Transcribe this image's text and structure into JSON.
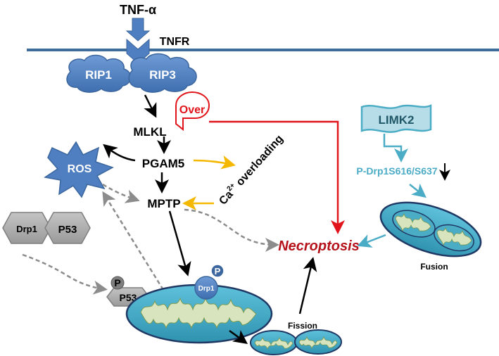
{
  "labels": {
    "tnf": "TNF-α",
    "tnfr": "TNFR",
    "rip1": "RIP1",
    "rip3": "RIP3",
    "over": "Over",
    "mlkl": "MLKL",
    "pgam5": "PGAM5",
    "ros": "ROS",
    "mptp": "MPTP",
    "ca_prefix": "Ca",
    "ca_superscript": "2+",
    "ca_suffix": " overloading",
    "drp1_hex": "Drp1",
    "p53_hex": "P53",
    "p_badge_p53": "P",
    "p53_small": "P53",
    "drp1_circle": "Drp1",
    "p_badge_drp1": "P",
    "fission": "Fission",
    "necroptosis": "Necroptosis",
    "limk2": "LIMK2",
    "p_drp1": "P-Drp1S616/S637",
    "fusion": "Fusion"
  },
  "colors": {
    "membrane": "#3e6d9c",
    "receptor_blue": "#4f7fc0",
    "receptor_blue_dark": "#3b669e",
    "ros_blue": "#4f7fc0",
    "red": "#e0141a",
    "dark_red": "#b5121b",
    "yellow": "#f5b800",
    "gray": "#8c8c8c",
    "hex_gray": "#a6a6a6",
    "teal": "#4bacc6",
    "limk2_fill": "#b7dde8",
    "mito_fill": "#4bacc6",
    "mito_inner": "#d7e4bd",
    "mito_outer_ring": "#1f3864"
  }
}
